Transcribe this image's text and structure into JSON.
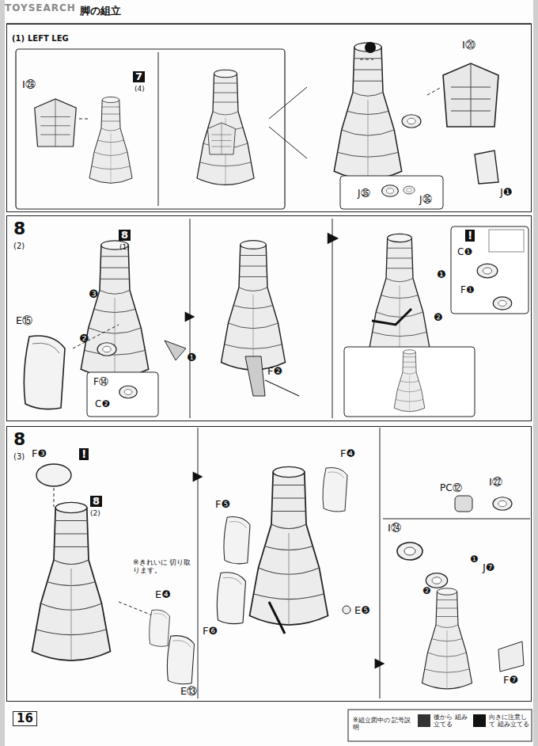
{
  "diagram": {
    "nodes": [
      {
        "text": [
          "脚の組立",
          "(1)",
          "LEFT LEG"
        ]
      },
      {
        "text": [
          "8",
          "(2)"
        ]
      },
      {
        "text": [
          "8",
          "(3)"
        ]
      }
    ],
    "labels": [
      "TOYSEARCH",
      "I㉘",
      "7",
      "(4)",
      "I⑳",
      "J❶",
      "J㉟",
      "J㊱",
      "8",
      "(1)",
      "E⑮",
      "❸",
      "❷",
      "❶",
      "F⑭",
      "C❷",
      "F❷",
      "!",
      "C❶",
      "F❶",
      "❶",
      "❷",
      "F❸",
      "!",
      "8",
      "(2)",
      "※きれいに 切り取ります。",
      "E❹",
      "E⑬",
      "F❹",
      "F❺",
      "F❻",
      "E❺",
      "I㉔",
      "PC⑫",
      "I㉒",
      "❶",
      "J❼",
      "❷",
      "F❼",
      "16",
      "※組立図中の 記号説明"
    ],
    "legend": [
      {
        "text": "後から 組み立てる"
      },
      {
        "text": "向きに注意して 組み立てる"
      }
    ]
  }
}
